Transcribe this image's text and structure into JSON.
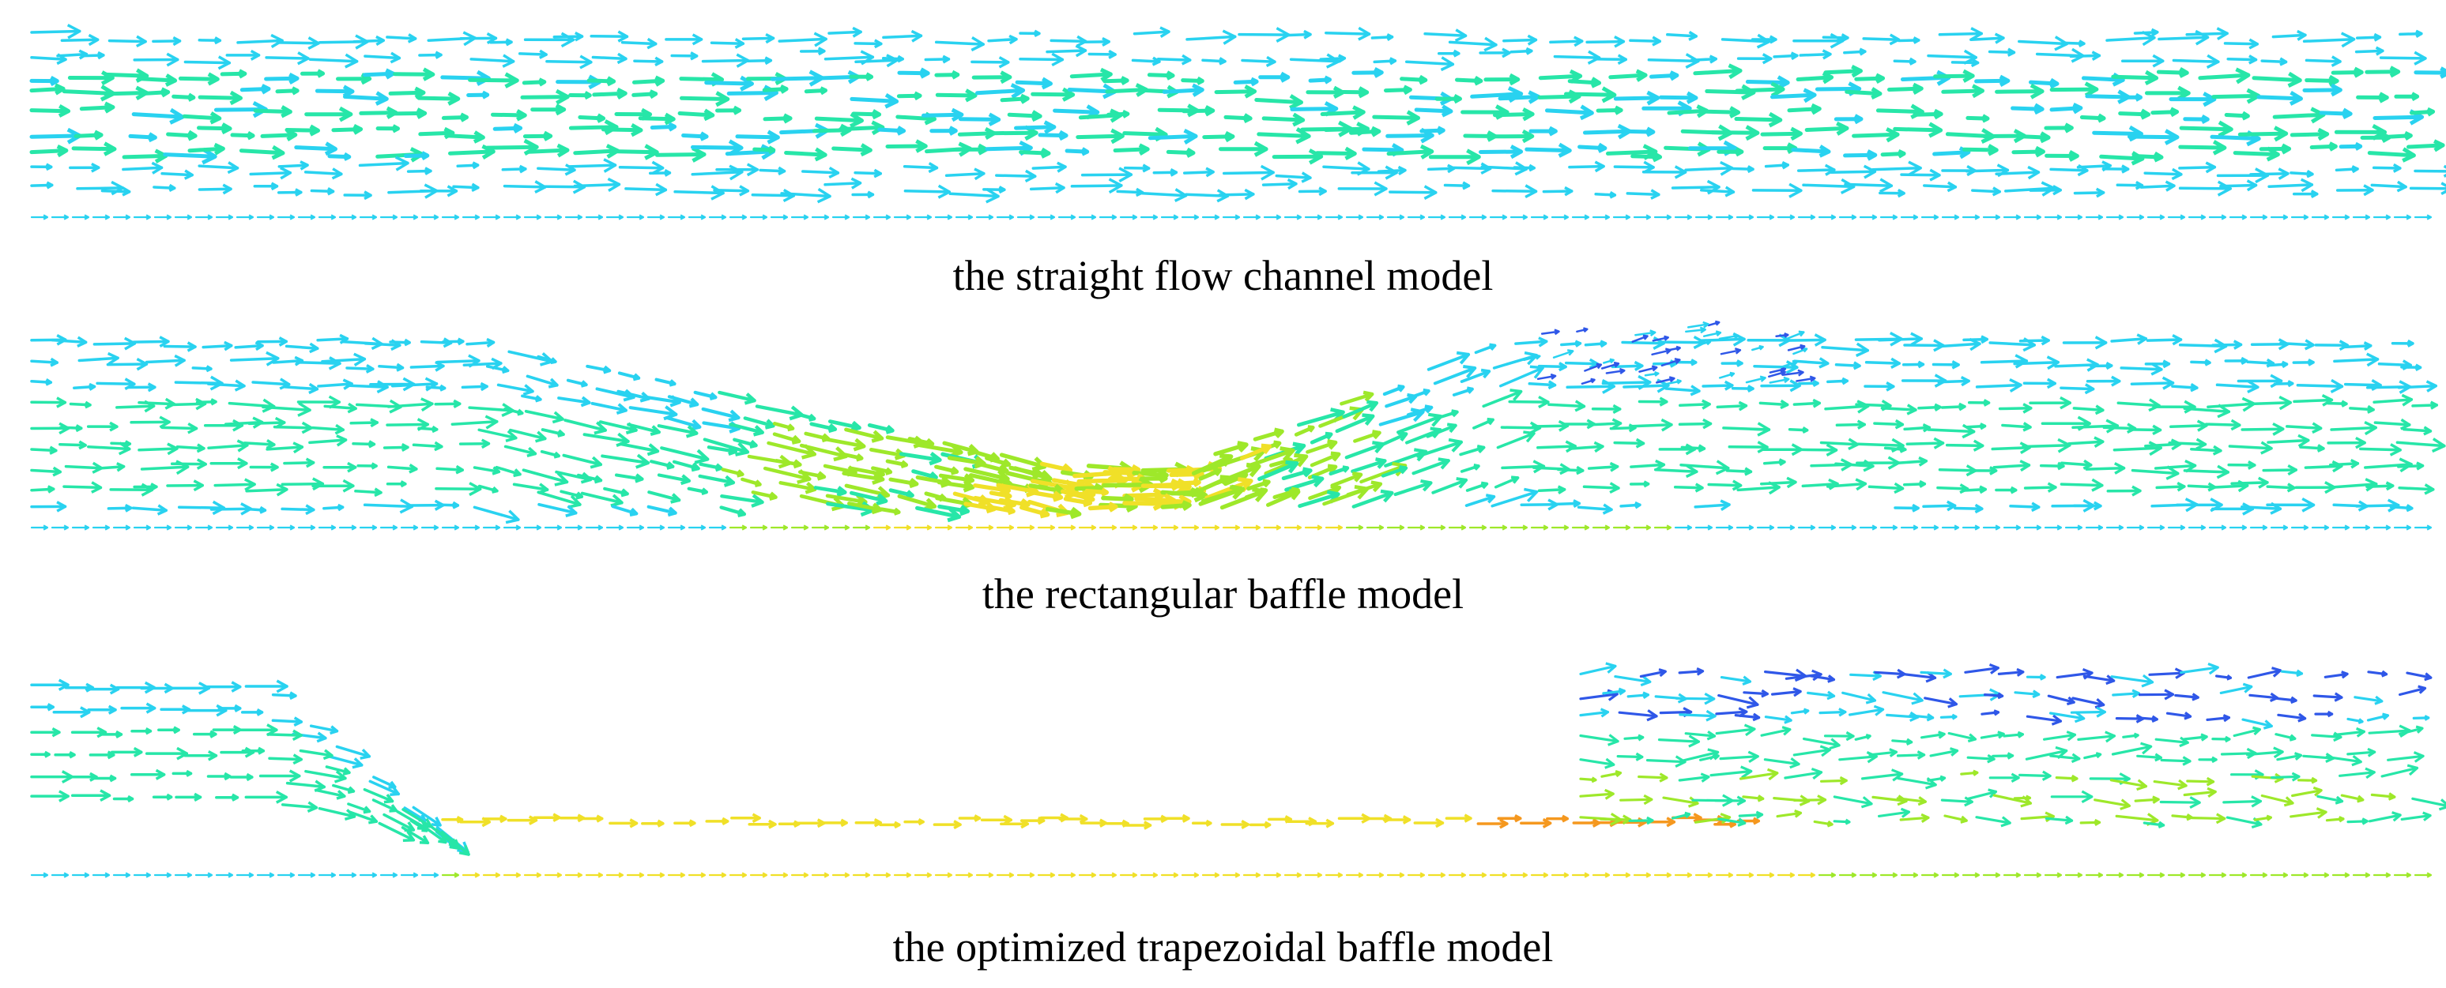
{
  "panels": [
    {
      "id": "straight",
      "caption": "the straight flow channel model"
    },
    {
      "id": "rectangular",
      "caption": "the rectangular baffle model"
    },
    {
      "id": "trapezoidal",
      "caption": "the optimized trapezoidal baffle model"
    }
  ],
  "colors": {
    "slow": "#2f57e8",
    "low": "#29d2f0",
    "mid": "#27e6a8",
    "fast": "#9ee82a",
    "faster": "#f0e028",
    "fastest": "#f5981f"
  }
}
